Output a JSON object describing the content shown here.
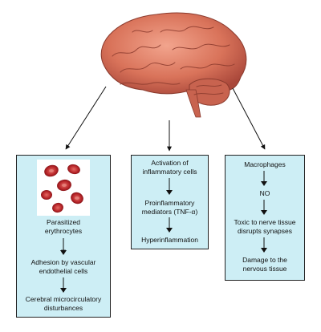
{
  "left_box": {
    "step1": "Parasitized\nerythrocytes",
    "step2": "Adhesion by vascular\nendothelial cells",
    "step3": "Cerebral microcirculatory\ndisturbances"
  },
  "middle_box": {
    "step1": "Activation of\ninflammatory cells",
    "step2": "Proinflammatory\nmediators (TNF-α)",
    "step3": "Hyperinflammation"
  },
  "right_box": {
    "step1": "Macrophages",
    "step2": "NO",
    "step3": "Toxic to nerve tissue\ndisrupts synapses",
    "step4": "Damage to the\nnervous tissue"
  },
  "colors": {
    "box_fill": "#cdeef5",
    "brain": "#d9735a",
    "rbc": "#b8262a"
  },
  "icons": [
    "brain-illustration",
    "red-blood-cells-image"
  ]
}
